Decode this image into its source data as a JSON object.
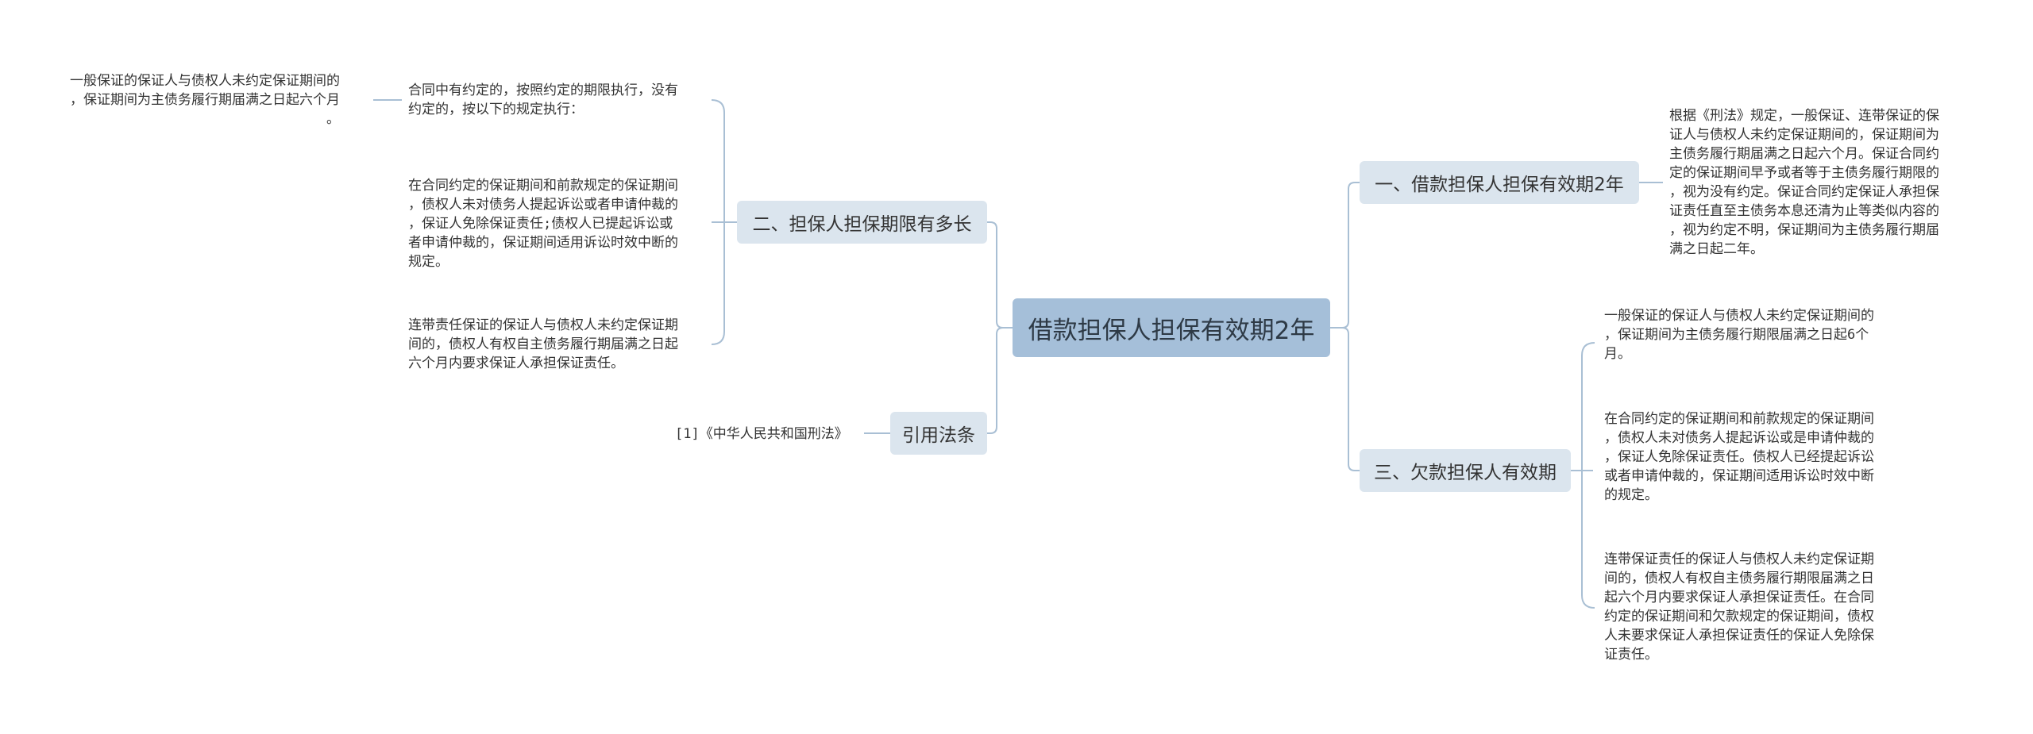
{
  "colors": {
    "root_fill": "#a5bfd9",
    "branch_fill": "#dbe5ee",
    "connector": "#a9bfd4",
    "text": "#333333"
  },
  "root": {
    "label": "借款担保人担保有效期2年"
  },
  "branches": {
    "right_1": {
      "label": "一、借款担保人担保有效期2年",
      "leaves": [
        "根据《刑法》规定，一般保证、连带保证的保\n证人与债权人未约定保证期间的，保证期间为\n主债务履行期届满之日起六个月。保证合同约\n定的保证期间早予或者等于主债务履行期限的\n，视为没有约定。保证合同约定保证人承担保\n证责任直至主债务本息还清为止等类似内容的\n，视为约定不明，保证期间为主债务履行期届\n满之日起二年。"
      ]
    },
    "right_2": {
      "label": "三、欠款担保人有效期",
      "leaves": [
        "一般保证的保证人与债权人未约定保证期间的\n，保证期间为主债务履行期限届满之日起6个\n月。",
        "在合同约定的保证期间和前款规定的保证期间\n，债权人未对债务人提起诉讼或是申请仲裁的\n，保证人免除保证责任。债权人已经提起诉讼\n或者申请仲裁的，保证期间适用诉讼时效中断\n的规定。",
        "连带保证责任的保证人与债权人未约定保证期\n间的，债权人有权自主债务履行期限届满之日\n起六个月内要求保证人承担保证责任。在合同\n约定的保证期间和欠款规定的保证期间，债权\n人未要求保证人承担保证责任的保证人免除保\n证责任。"
      ]
    },
    "left_1": {
      "label": "二、担保人担保期限有多长",
      "leaves": [
        "合同中有约定的，按照约定的期限执行，没有\n约定的，按以下的规定执行：",
        "在合同约定的保证期间和前款规定的保证期间\n，债权人未对债务人提起诉讼或者申请仲裁的\n，保证人免除保证责任;债权人已提起诉讼或\n者申请仲裁的，保证期间适用诉讼时效中断的\n规定。",
        "连带责任保证的保证人与债权人未约定保证期\n间的，债权人有权自主债务履行期届满之日起\n六个月内要求保证人承担保证责任。"
      ],
      "sub_leaf": "一般保证的保证人与债权人未约定保证期间的\n，保证期间为主债务履行期届满之日起六个月\n。"
    },
    "left_2": {
      "label": "引用法条",
      "leaves": [
        "[1]《中华人民共和国刑法》"
      ]
    }
  }
}
